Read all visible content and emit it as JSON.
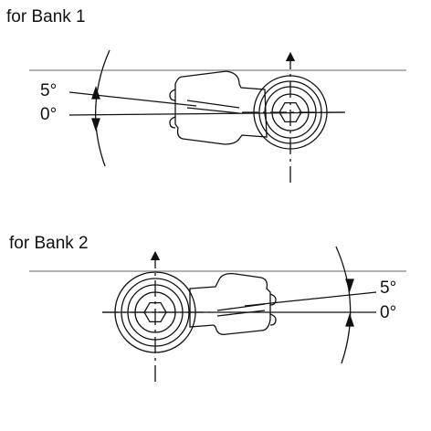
{
  "bank1": {
    "title": "for Bank 1",
    "angle_upper": "5°",
    "angle_lower": "0°"
  },
  "bank2": {
    "title": "for Bank 2",
    "angle_upper": "5°",
    "angle_lower": "0°"
  }
}
